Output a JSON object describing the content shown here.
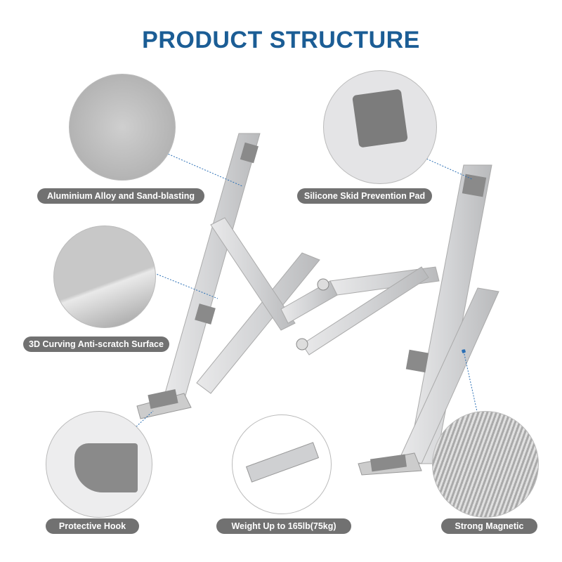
{
  "title": "PRODUCT STRUCTURE",
  "features": [
    {
      "label": "Aluminium Alloy and Sand-blasting"
    },
    {
      "label": "Silicone Skid Prevention Pad"
    },
    {
      "label": "3D Curving Anti-scratch Surface"
    },
    {
      "label": "Protective Hook"
    },
    {
      "label": "Weight Up to 165lb(75kg)"
    },
    {
      "label": "Strong Magnetic"
    }
  ],
  "colors": {
    "title": "#1b5d95",
    "pill": "#717171",
    "leader": "#2a6fb5"
  }
}
